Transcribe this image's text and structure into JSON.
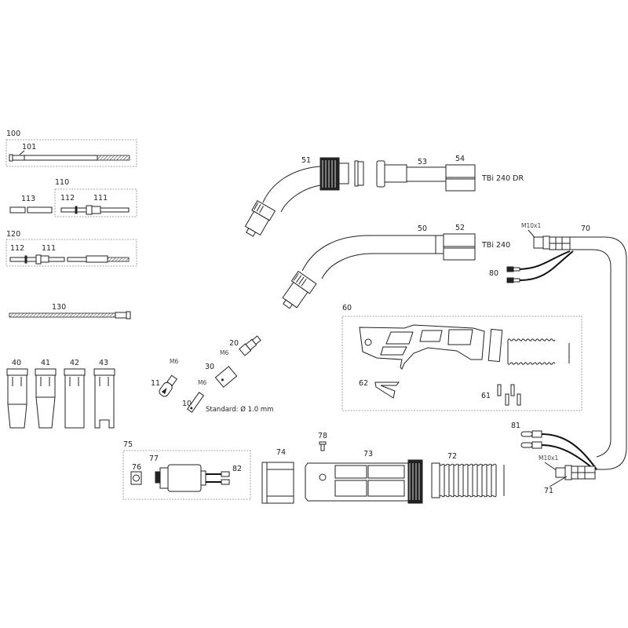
{
  "title": "TBi 240 welding torch exploded parts diagram",
  "parts": {
    "p100": "100",
    "p101": "101",
    "p110": "110",
    "p113": "113",
    "p112a": "112",
    "p111a": "111",
    "p120": "120",
    "p112b": "112",
    "p111b": "111",
    "p130": "130",
    "p40": "40",
    "p41": "41",
    "p42": "42",
    "p43": "43",
    "p20": "20",
    "p30": "30",
    "p11": "11",
    "p10": "10",
    "m6a": "M6",
    "m6b": "M6",
    "m6c": "M6",
    "standard": "Standard: Ø 1.0 mm",
    "p51": "51",
    "p53": "53",
    "p54": "54",
    "variant_dr": "TBi 240 DR",
    "p50": "50",
    "p52": "52",
    "variant": "TBi 240",
    "p60": "60",
    "p62": "62",
    "p61": "61",
    "p70": "70",
    "m10a": "M10x1",
    "p80": "80",
    "p81": "81",
    "m10b": "M10x1",
    "p71": "71",
    "p75": "75",
    "p76": "76",
    "p77": "77",
    "p82": "82",
    "p74": "74",
    "p78": "78",
    "p73": "73",
    "p72": "72"
  }
}
